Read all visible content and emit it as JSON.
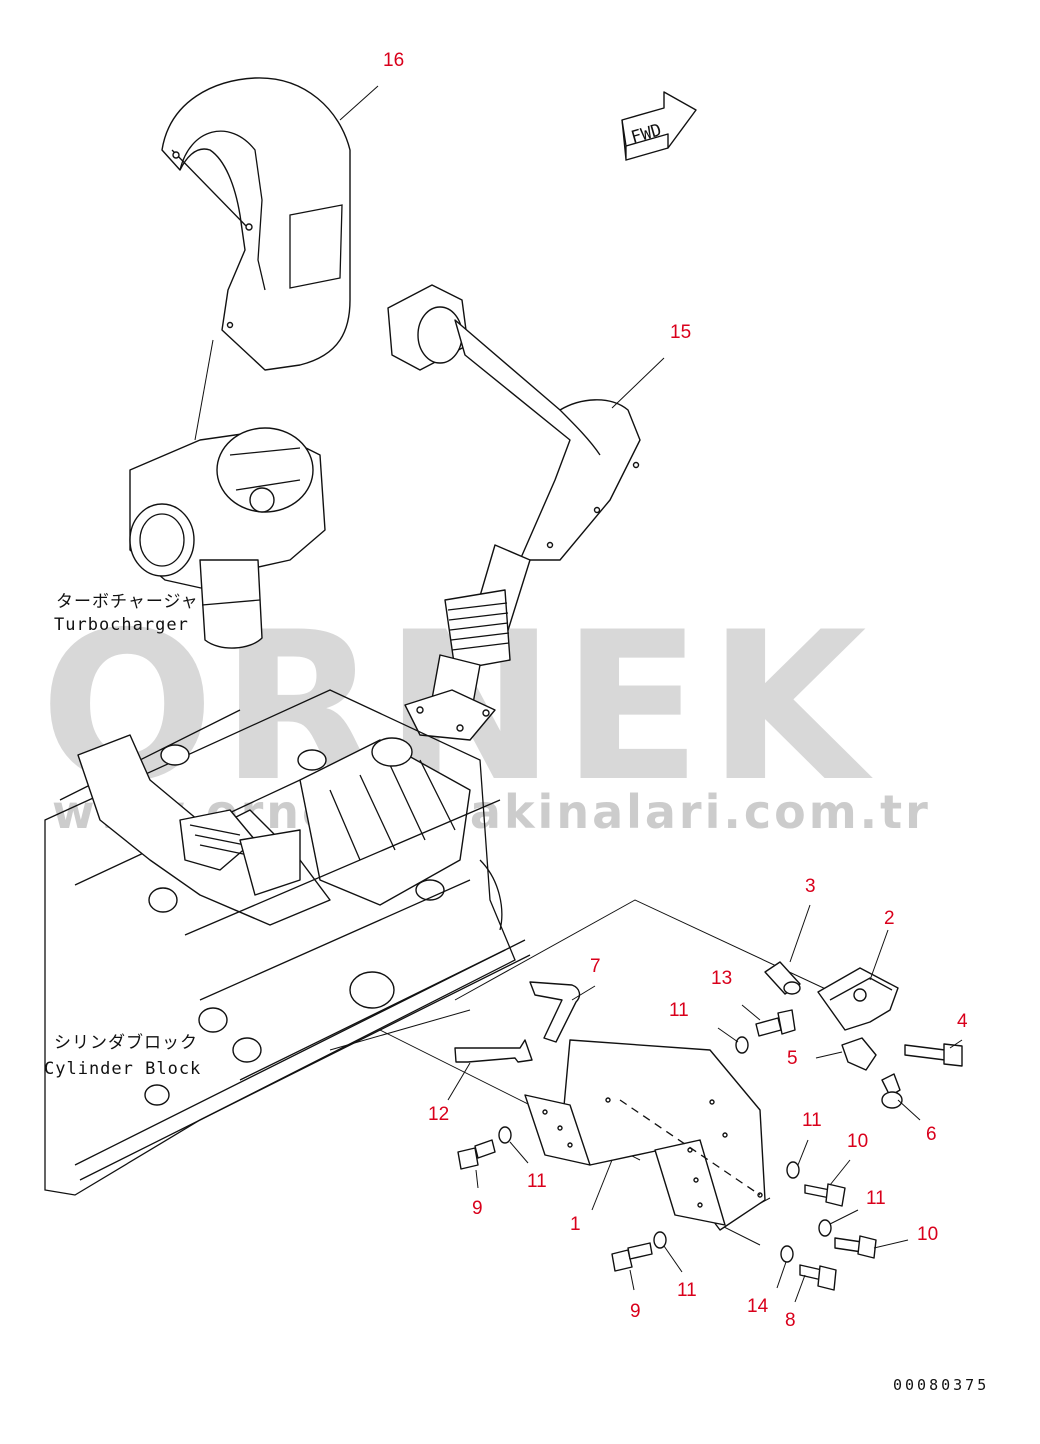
{
  "diagram": {
    "watermark": {
      "brand": "ORNEK",
      "url": "www.ornekismakinalari.com.tr"
    },
    "fwd_label": "FWD",
    "drawing_code": "00080375",
    "component_labels": {
      "turbocharger_jp": "ターボチャージャ",
      "turbocharger_en": "Turbocharger",
      "cylinder_block_jp": "シリンダブロック",
      "cylinder_block_en": "Cylinder Block"
    },
    "callouts": {
      "c1": "1",
      "c2": "2",
      "c3": "3",
      "c4": "4",
      "c5": "5",
      "c6": "6",
      "c7": "7",
      "c8": "8",
      "c9a": "9",
      "c9b": "9",
      "c10a": "10",
      "c10b": "10",
      "c11a": "11",
      "c11b": "11",
      "c11c": "11",
      "c11d": "11",
      "c11e": "11",
      "c12": "12",
      "c13": "13",
      "c14": "14",
      "c15": "15",
      "c16": "16"
    },
    "colors": {
      "callout": "#d9001b",
      "linework": "#111111",
      "watermark": "#cfcfcf"
    }
  }
}
